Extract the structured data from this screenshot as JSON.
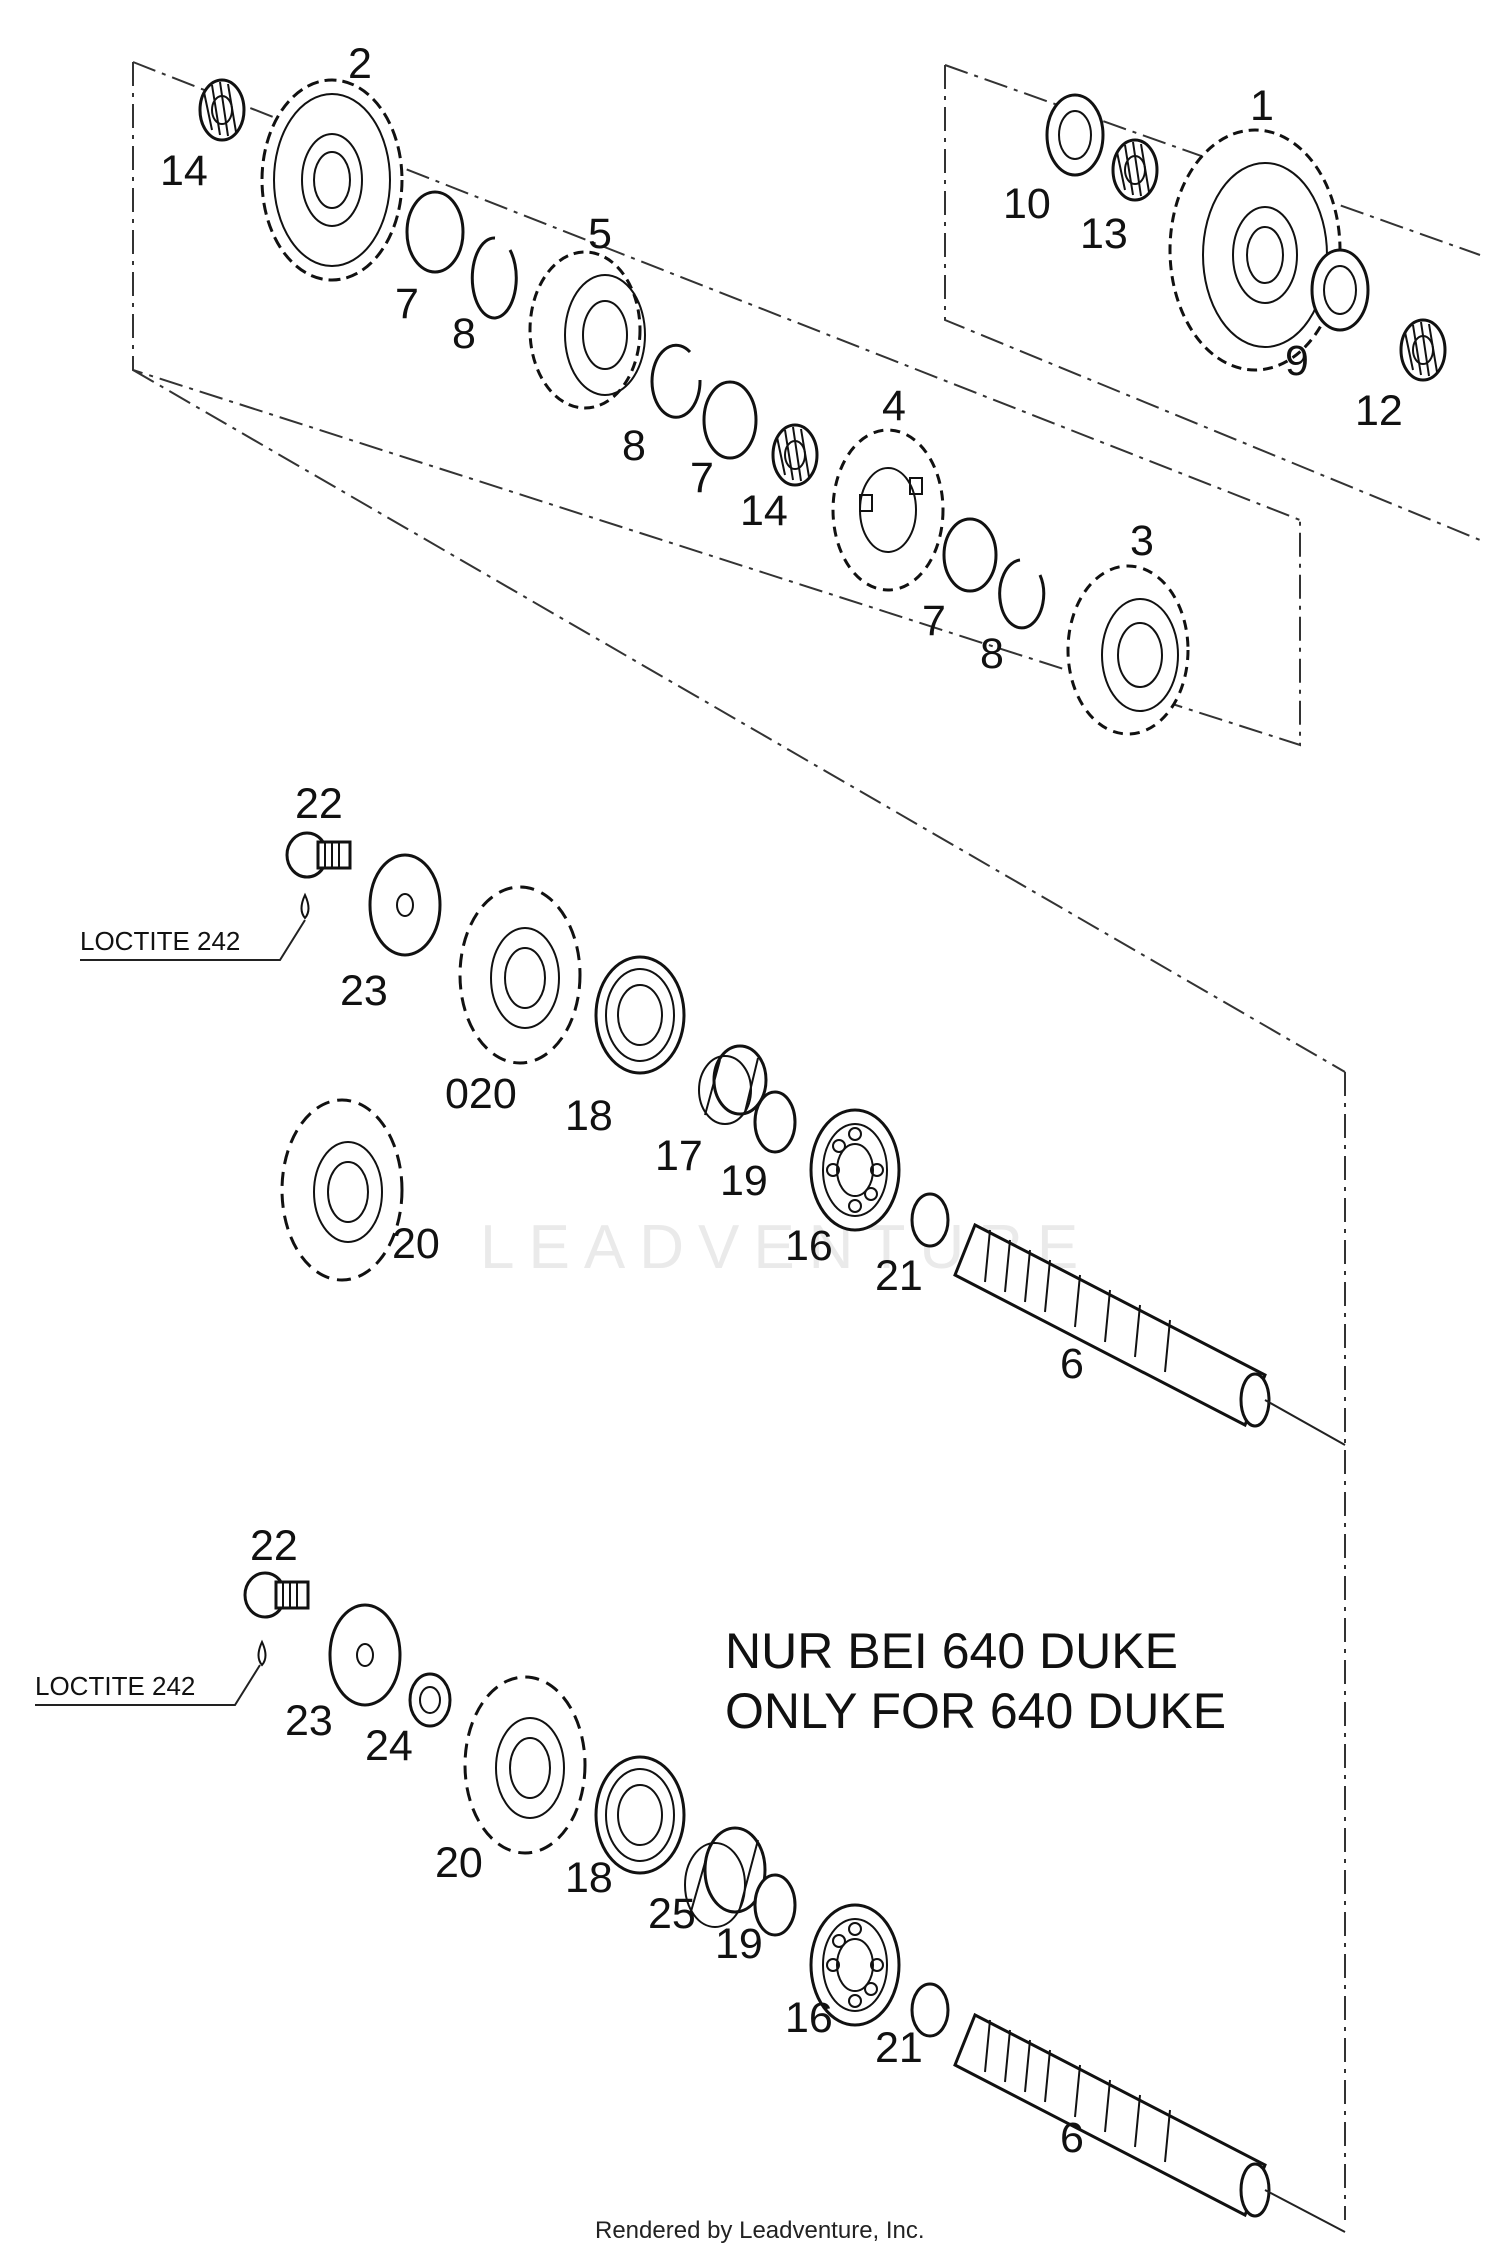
{
  "labels": {
    "upper": {
      "p1": "1",
      "p2": "2",
      "p3": "3",
      "p4": "4",
      "p5": "5",
      "p7a": "7",
      "p7b": "7",
      "p7c": "7",
      "p8a": "8",
      "p8b": "8",
      "p8c": "8",
      "p9": "9",
      "p10": "10",
      "p12": "12",
      "p13": "13",
      "p14a": "14",
      "p14b": "14"
    },
    "middle": {
      "p22": "22",
      "p23": "23",
      "p020": "020",
      "p18": "18",
      "p17": "17",
      "p19": "19",
      "p16": "16",
      "p21": "21",
      "p20": "20",
      "p6": "6"
    },
    "lower": {
      "p22": "22",
      "p23": "23",
      "p24": "24",
      "p20": "20",
      "p18": "18",
      "p25": "25",
      "p19": "19",
      "p16": "16",
      "p21": "21",
      "p6": "6"
    }
  },
  "notes": {
    "loctite_middle": "LOCTITE 242",
    "loctite_lower": "LOCTITE 242"
  },
  "banner": {
    "line1": "NUR BEI 640 DUKE",
    "line2": "ONLY FOR 640 DUKE"
  },
  "watermark": "LEADVENTURE",
  "footer": "Rendered by Leadventure, Inc."
}
